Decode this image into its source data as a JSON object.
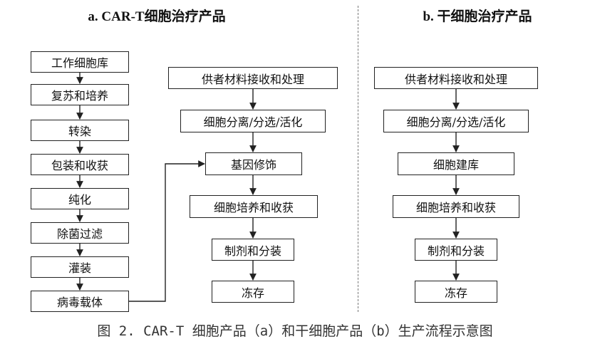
{
  "panel_a": {
    "title": "a. CAR-T细胞治疗产品",
    "left_column": [
      "工作细胞库",
      "复苏和培养",
      "转染",
      "包装和收获",
      "纯化",
      "除菌过滤",
      "灌装",
      "病毒载体"
    ],
    "right_column": [
      "供者材料接收和处理",
      "细胞分离/分选/活化",
      "基因修饰",
      "细胞培养和收获",
      "制剂和分装",
      "冻存"
    ]
  },
  "panel_b": {
    "title": "b. 干细胞治疗产品",
    "steps": [
      "供者材料接收和处理",
      "细胞分离/分选/活化",
      "细胞建库",
      "细胞培养和收获",
      "制剂和分装",
      "冻存"
    ]
  },
  "caption": "图 2. CAR-T 细胞产品（a）和干细胞产品（b）生产流程示意图"
}
